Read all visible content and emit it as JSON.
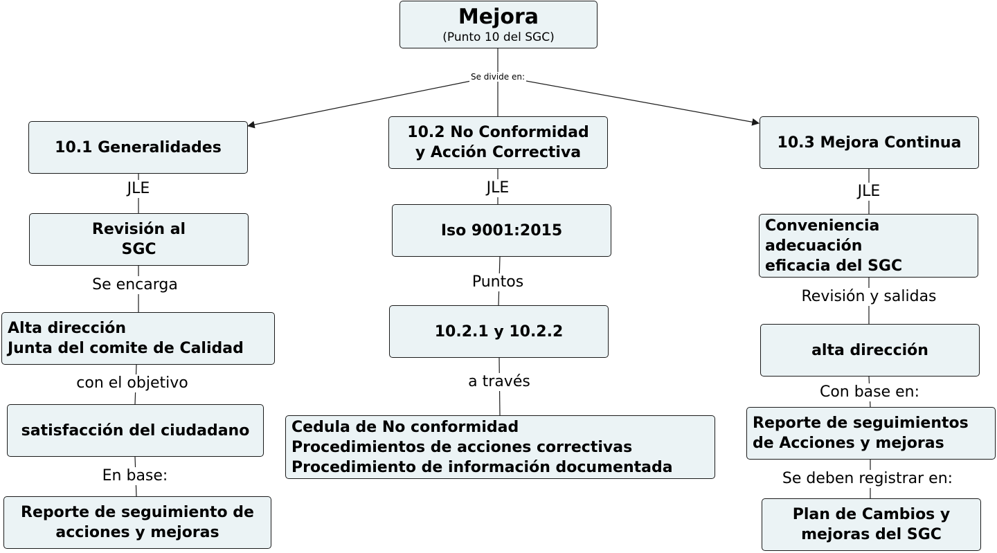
{
  "root": {
    "title": "Mejora",
    "subtitle": "(Punto 10 del SGC)"
  },
  "root_link": "Se divide en:",
  "columns": [
    {
      "nodes": [
        {
          "lines": [
            "10.1 Generalidades"
          ]
        },
        {
          "lines": [
            "Revisión al",
            "SGC"
          ]
        },
        {
          "lines": [
            "Alta dirección",
            "Junta del comite de Calidad"
          ]
        },
        {
          "lines": [
            "satisfacción del ciudadano"
          ]
        },
        {
          "lines": [
            "Reporte de seguimiento de",
            "acciones y mejoras"
          ]
        }
      ],
      "links": [
        "JLE",
        "Se encarga",
        "con el objetivo",
        "En base:"
      ]
    },
    {
      "nodes": [
        {
          "lines": [
            "10.2 No Conformidad",
            "y Acción Correctiva"
          ]
        },
        {
          "lines": [
            "Iso 9001:2015"
          ]
        },
        {
          "lines": [
            "10.2.1 y 10.2.2"
          ]
        },
        {
          "lines": [
            "Cedula de No conformidad",
            "Procedimientos de acciones correctivas",
            "Procedimiento de información documentada"
          ]
        }
      ],
      "links": [
        "JLE",
        "Puntos",
        "a través"
      ]
    },
    {
      "nodes": [
        {
          "lines": [
            "10.3 Mejora Continua"
          ]
        },
        {
          "lines": [
            "Conveniencia",
            "adecuación",
            "eficacia del SGC"
          ]
        },
        {
          "lines": [
            "alta dirección"
          ]
        },
        {
          "lines": [
            "Reporte de seguimientos",
            "de Acciones y mejoras"
          ]
        },
        {
          "lines": [
            "Plan de Cambios y",
            "mejoras del SGC"
          ]
        }
      ],
      "links": [
        "JLE",
        "Revisión y salidas",
        "Con base en:",
        "Se deben registrar en:"
      ]
    }
  ],
  "colors": {
    "node_fill": "#ebf3f5",
    "node_border": "#1a1a1a",
    "line": "#1a1a1a"
  }
}
